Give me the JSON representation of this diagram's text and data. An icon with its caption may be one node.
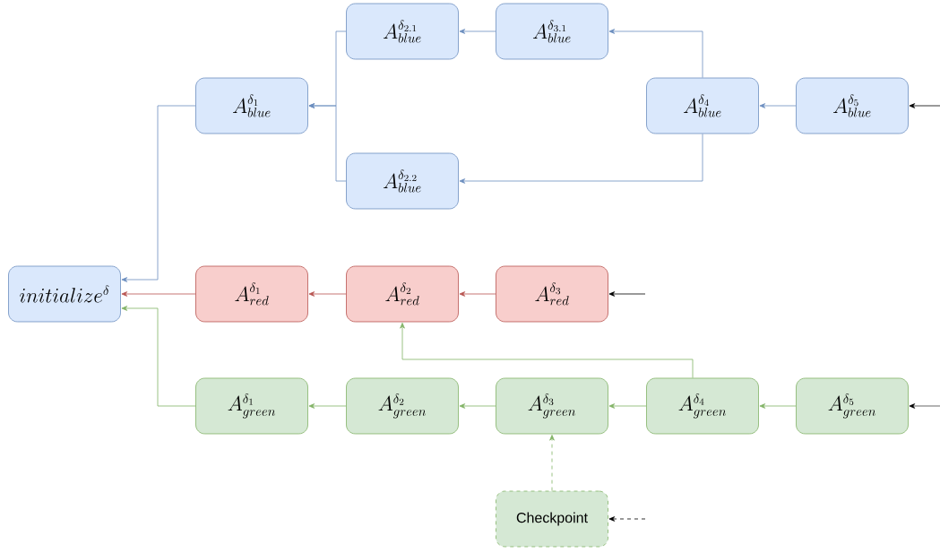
{
  "diagram": {
    "nodes": [
      {
        "text": [
          "initialize^{\\delta}"
        ]
      },
      {
        "text": [
          "A^{\\delta_1}_{blue}"
        ]
      },
      {
        "text": [
          "A^{\\delta_{2.1}}_{blue}"
        ]
      },
      {
        "text": [
          "A^{\\delta_{3.1}}_{blue}"
        ]
      },
      {
        "text": [
          "A^{\\delta_{2.2}}_{blue}"
        ]
      },
      {
        "text": [
          "A^{\\delta_4}_{blue}"
        ]
      },
      {
        "text": [
          "A^{\\delta_5}_{blue}"
        ]
      },
      {
        "text": [
          "A^{\\delta_1}_{red}"
        ]
      },
      {
        "text": [
          "A^{\\delta_2}_{red}"
        ]
      },
      {
        "text": [
          "A^{\\delta_3}_{red}"
        ]
      },
      {
        "text": [
          "A^{\\delta_1}_{green}"
        ]
      },
      {
        "text": [
          "A^{\\delta_2}_{green}"
        ]
      },
      {
        "text": [
          "A^{\\delta_3}_{green}"
        ]
      },
      {
        "text": [
          "A^{\\delta_4}_{green}"
        ]
      },
      {
        "text": [
          "A^{\\delta_5}_{green}"
        ]
      },
      {
        "text": [
          "Checkpoint"
        ]
      }
    ],
    "edges": [
      {
        "from": 1,
        "to": 0,
        "arrow": "to",
        "color": "#6c8ebf"
      },
      {
        "from": 2,
        "to": 1,
        "arrow": "to",
        "color": "#6c8ebf"
      },
      {
        "from": 4,
        "to": 1,
        "arrow": "to",
        "color": "#6c8ebf"
      },
      {
        "from": 3,
        "to": 2,
        "arrow": "to",
        "color": "#6c8ebf"
      },
      {
        "from": 5,
        "to": 3,
        "arrow": "to",
        "color": "#6c8ebf"
      },
      {
        "from": 5,
        "to": 4,
        "arrow": "to",
        "color": "#6c8ebf"
      },
      {
        "from": 6,
        "to": 5,
        "arrow": "to",
        "color": "#6c8ebf"
      },
      {
        "from": null,
        "to": 6,
        "arrow": "to",
        "color": "#000000"
      },
      {
        "from": 7,
        "to": 0,
        "arrow": "to",
        "color": "#b85450"
      },
      {
        "from": 8,
        "to": 7,
        "arrow": "to",
        "color": "#b85450"
      },
      {
        "from": 9,
        "to": 8,
        "arrow": "to",
        "color": "#b85450"
      },
      {
        "from": null,
        "to": 9,
        "arrow": "to",
        "color": "#000000"
      },
      {
        "from": 10,
        "to": 0,
        "arrow": "to",
        "color": "#82b366"
      },
      {
        "from": 11,
        "to": 10,
        "arrow": "to",
        "color": "#82b366"
      },
      {
        "from": 12,
        "to": 11,
        "arrow": "to",
        "color": "#82b366"
      },
      {
        "from": 13,
        "to": 12,
        "arrow": "to",
        "color": "#82b366"
      },
      {
        "from": 14,
        "to": 13,
        "arrow": "to",
        "color": "#82b366"
      },
      {
        "from": null,
        "to": 14,
        "arrow": "to",
        "color": "#000000"
      },
      {
        "from": 13,
        "to": 8,
        "arrow": "to",
        "color": "#82b366"
      },
      {
        "from": 15,
        "to": 12,
        "arrow": "to",
        "style": "dashed",
        "color": "#82b366"
      },
      {
        "from": null,
        "to": 15,
        "arrow": "to",
        "style": "dashed",
        "color": "#000000"
      }
    ]
  }
}
